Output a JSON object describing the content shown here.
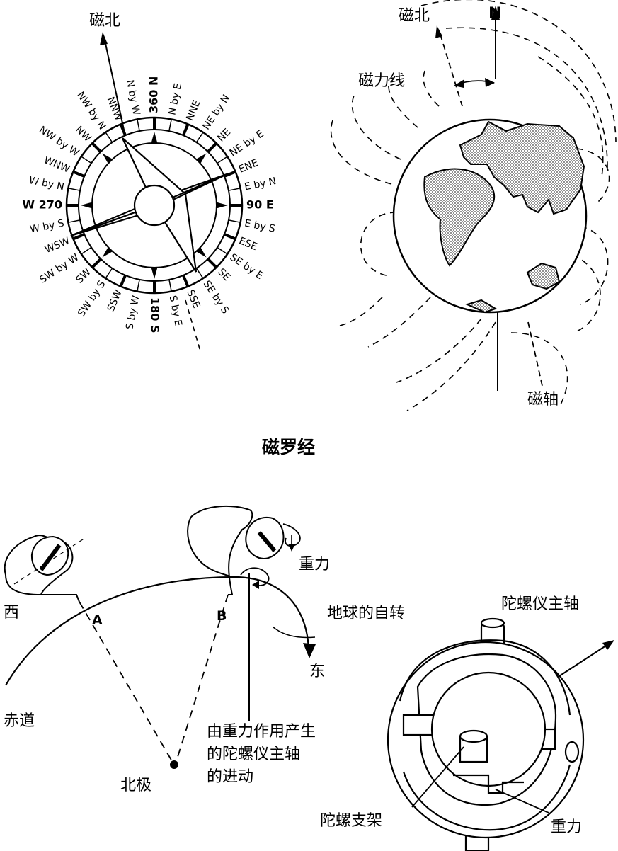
{
  "compass": {
    "label_magnetic_north": "磁北",
    "points": [
      "N",
      "N by E",
      "NNE",
      "NE by N",
      "NE",
      "NE by E",
      "ENE",
      "E by N",
      "E",
      "E by S",
      "ESE",
      "SE by E",
      "SE",
      "SE by S",
      "SSE",
      "S by E",
      "S",
      "S by W",
      "SSW",
      "SW by S",
      "SW",
      "SW by W",
      "WSW",
      "W by S",
      "W",
      "W by N",
      "WNW",
      "NW by W",
      "NW",
      "NW by N",
      "NNW",
      "N by W"
    ],
    "degrees": {
      "n": "360",
      "e": "90",
      "s": "180",
      "w": "270"
    }
  },
  "earth": {
    "label_magnetic_north": "磁北",
    "label_true_north": "N",
    "label_field_lines": "磁力线",
    "label_magnetic_axis": "磁轴"
  },
  "title": "磁罗经",
  "gyro": {
    "label_west": "西",
    "label_east": "东",
    "label_equator": "赤道",
    "label_north_pole": "北极",
    "point_a": "A",
    "point_b": "B",
    "label_gravity": "重力",
    "label_earth_rotation": "地球的自转",
    "label_precession": [
      "由重力作用产生",
      "的陀螺仪主轴",
      "的进动"
    ]
  },
  "gyroscope": {
    "label_main_axis": "陀螺仪主轴",
    "label_bracket": "陀螺支架",
    "label_gravity": "重力"
  }
}
